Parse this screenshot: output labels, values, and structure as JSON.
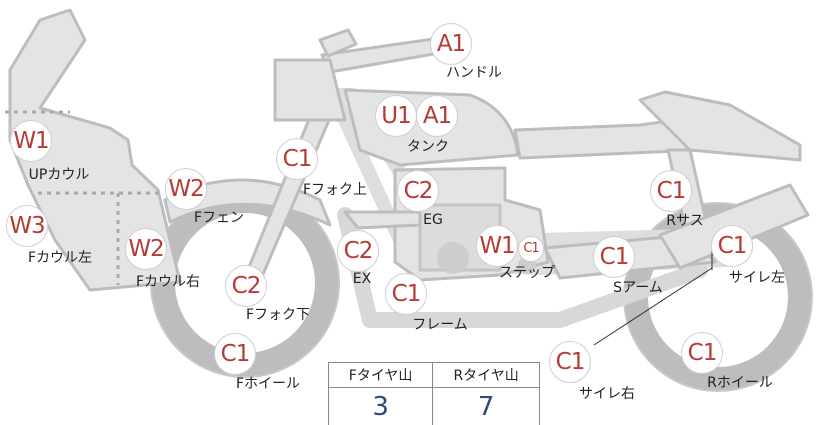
{
  "parts": {
    "handle": {
      "grade": "A1",
      "label": "ハンドル"
    },
    "tank": {
      "grade_a": "U1",
      "grade_b": "A1",
      "label": "タンク"
    },
    "up_cowl": {
      "grade": "W1",
      "label": "UPカウル"
    },
    "f_fork_upper": {
      "grade": "C1",
      "label": "Fフォク上"
    },
    "f_fender": {
      "grade": "W2",
      "label": "Fフェン"
    },
    "engine": {
      "grade": "C2",
      "label": "EG"
    },
    "f_cowl_left": {
      "grade": "W3",
      "label": "Fカウル左"
    },
    "f_cowl_right": {
      "grade": "W2",
      "label": "Fカウル右"
    },
    "exhaust": {
      "grade": "C2",
      "label": "EX"
    },
    "step": {
      "grade": "W1",
      "grade_small": "C1",
      "label": "ステップ"
    },
    "r_suspension": {
      "grade": "C1",
      "label": "Rサス"
    },
    "side_cover_left": {
      "grade": "C1",
      "label": "サイレ左"
    },
    "swing_arm": {
      "grade": "C1",
      "label": "Sアーム"
    },
    "f_fork_lower": {
      "grade": "C2",
      "label": "Fフォク下"
    },
    "frame": {
      "grade": "C1",
      "label": "フレーム"
    },
    "f_wheel": {
      "grade": "C1",
      "label": "Fホイール"
    },
    "side_cover_right": {
      "grade": "C1",
      "label": "サイレ右"
    },
    "r_wheel": {
      "grade": "C1",
      "label": "Rホイール"
    }
  },
  "tread": {
    "front_label": "Fタイヤ山",
    "rear_label": "Rタイヤ山",
    "front_value": "3",
    "rear_value": "7"
  },
  "colors": {
    "grade_text": "#b53b36",
    "bike_fill": "#e4e4e4",
    "bike_stroke": "#bdbdbd",
    "tread_value": "#2e4a7a"
  }
}
